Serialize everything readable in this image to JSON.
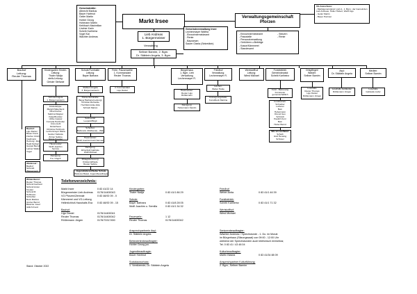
{
  "council": {
    "title": "Gemeinderäte:",
    "members": [
      "Albrecht Markus",
      "Bauer Hartmut",
      "Geiler Martin",
      "Hohler Georg",
      "Hohmann Martin",
      "Kehlbach Maximilian",
      "Lindner Karin",
      "Scheib Karlheinz",
      "Vogel Kai",
      "Wächter Andreas"
    ]
  },
  "markt": {
    "title": "Markt Irsee"
  },
  "mayor": {
    "lines": [
      "Lieb Andreas",
      "1. Bürgermeister"
    ]
  },
  "verwaltung": {
    "label": "Verwaltung"
  },
  "deputies": {
    "lines": [
      "Seltner Barnim, 2. Bgm.",
      "Dr. Stäblein Angela, 3. Bgm."
    ]
  },
  "vg": {
    "lines": [
      "Verwaltungsgemeinschaft",
      "Pforzen"
    ]
  },
  "gvi": {
    "title": "Gemeindeverwaltung Irsee",
    "lines": [
      "Lechenmayer Waltha",
      "- Einwohnermeldeamt",
      "- Rente",
      "- Bauwesen",
      "Sauter Gisela (Sekretärin)"
    ]
  },
  "vgservices": {
    "col1": [
      "- Einwohnermeldeamt",
      "- Passstelle",
      "- Personalverwaltung",
      "- Gebühren u.Beiträge",
      "- Kasse/Kämmerei",
      "- Standesamt"
    ],
    "col2": [
      "- Steuern",
      "- Rente"
    ]
  },
  "vgausschuss": {
    "title": "VG-Ausschuss:",
    "lines": [
      "- Marktgemeinderat: Lieb A., 1. Bgm.; der Gemeinden",
      "  Lieb Andreas, Holler Hubert, Weiß Ingo",
      "- Geiler Martin",
      "- Bauer Hartmut"
    ]
  },
  "bauhof": {
    "lines": [
      "Bauhof",
      "Leitung:",
      "Reuter Thomas"
    ],
    "staff_title": "Bauhof:",
    "staff": [
      "Ligo Daniel",
      "Bauer Franz",
      "Fischer Ulrich",
      "Kaufmann",
      "Heizung: Jürgen",
      "Heidt Norbert",
      "Goppel Bernd",
      "Leitner Walter",
      "Vogel"
    ]
  },
  "abwasser": {
    "title": "Abwasser:",
    "staff": [
      "Bauhof",
      "Schmidt",
      "Wasserwerk",
      "Reuter Thomas",
      "Heldele Jürgen"
    ]
  },
  "winter": {
    "title": "Winterdienst:",
    "staff": [
      "Reuter Thomas",
      "Schmid Gerhard",
      "Schmid Anton",
      "Kreuter",
      "Schmid R.",
      "Hoffmann",
      "Schreiber",
      "Beck Markus",
      "Gruber Bernd",
      "Bäumler Josef",
      "Gillich Franz"
    ]
  },
  "kiga": {
    "lines": [
      "Kindergarten Kinder-",
      "Leitung:",
      "Thaler Nadja",
      "stellv.Leitung:",
      "Geisler Stefanie"
    ],
    "sub": [
      "Schmid Angela",
      "1. Bürgermeisterin"
    ]
  },
  "kiga_staff": [
    "Kinderkrippe:",
    "Margrit Maierbeck",
    "Nina Fischer",
    "Sabrina Wagner",
    "Katja Brockler",
    "Ulrike Goppel",
    "Cornelia Heinhuber",
    "Anna Liebl",
    "Kinderhaus:",
    "Christine Holzbock",
    "Lechenmayer Maria",
    "Geisler Stefanie",
    "Zörner Sabine",
    "Nicole Kreuzer",
    "Silvia Mahler",
    "Daniela Stöckle",
    "Hannelore Lindner",
    "Jacqueline Zeller",
    "Bianca Herrmann"
  ],
  "hausmeister": {
    "lines": [
      "Hausmeister",
      "Wolfl Joachim",
      "Service"
    ]
  },
  "reinigung_kiga": {
    "lines": [
      "Reinigung:",
      "P.a. Gögelr"
    ]
  },
  "schule": {
    "lines": [
      "Schule/Turnhalle",
      "Leitung:",
      "Bayer Barbara"
    ]
  },
  "schule_sub": {
    "lines": [
      "Stäblein Angela",
      "3. Bürgermeisterin"
    ]
  },
  "schule_staff": {
    "lines": [
      "Klassenlehrkräfte:",
      "Bayer Barbara (Leitung)",
      "Christian Reineisle",
      "Hochfeld-Julia-Julia",
      "Schreib Marion"
    ]
  },
  "sekretariat": {
    "lines": [
      "Sekretariat:",
      "Leopold Birgit"
    ]
  },
  "schulbus": {
    "lines": [
      "Schulbus:",
      "Bahmann (Stäbserei) - Wald"
    ]
  },
  "hausmeister2": {
    "lines": [
      "Hausmeister:",
      "Wolfl Joachim/Liebl Samuel"
    ]
  },
  "reinigung": {
    "lines": [
      "Reinigung:",
      "Ehrenfeld Gabriele",
      "Wolfl Michael"
    ]
  },
  "mittag": {
    "lines": [
      "Mittagsbetreuung:",
      "Kristian Elfriede",
      "Reuter Sabine"
    ]
  },
  "jugend": {
    "lines": [
      "Jugendreferent/Seller Schule",
      "Weiteres Basat, Jugendbeauftragter"
    ]
  },
  "freie": {
    "lines": [
      "Freie. Pausenwelle",
      "1. Kommandant",
      "Reuter Thomas"
    ]
  },
  "freie_sub": {
    "lines": [
      "2. Kommandant",
      "Ligo Daniel"
    ]
  },
  "buergerhaus": {
    "lines": [
      "Bürgerhaus",
      "1. Bgm. Lieb",
      "Verwaltung",
      "Lechenmayer R."
    ]
  },
  "buerger_sub1": {
    "lines": [
      "Hausmeister:",
      "Reuter Ligo",
      "Rößlemann"
    ]
  },
  "buerger_sub2": {
    "lines": [
      "Reinigung:",
      "Hebermann Karolin"
    ]
  },
  "friedhof": {
    "lines": [
      "Friedhof",
      "Verwaltung:",
      "Lechenmayer R."
    ]
  },
  "friedhof_sub1": {
    "lines": [
      "Leichen-",
      "Weber Heike"
    ]
  },
  "friedhof_sub2": {
    "lines": [
      "Aussegnungshalle:",
      "Kunstlbeck Martina"
    ]
  },
  "wertstoff": {
    "lines": [
      "Wertstoffhof",
      "Leitung:",
      "Wiest Michael"
    ]
  },
  "forst": {
    "lines": [
      "Forstbetrieb",
      "Gemeindewald:",
      "Scheib Karlheinz"
    ]
  },
  "forst_sub": {
    "lines": [
      "Forst - Betreuung",
      "Forstrevier",
      "gemeinschaftlich"
    ]
  },
  "forst_staff": {
    "lines": [
      "Forstbetrieb:",
      "Schreiber",
      "Lorberer",
      "Bein",
      "Hebermann",
      "Drexel Geo",
      "Schmidt",
      "Paulich Konr",
      "Bein",
      "Hutter Bernd"
    ]
  },
  "wg": {
    "lines": [
      "WG-Vorsitz/Wald:",
      "Scheib",
      "Graf Hensing",
      "Schreier"
    ]
  },
  "ortspfleger": {
    "lines": [
      "Ortspfleger/",
      "Wälder:",
      "Seltner Barnim"
    ]
  },
  "ort_sub": {
    "lines": [
      "Lesehalle",
      "Reuter Thomas",
      "Ligo Daniel",
      "Rößlemann Jürgen"
    ]
  },
  "asyl": {
    "lines": [
      "Asyl:",
      "Dr. Stäblein Angela"
    ]
  },
  "asyl_sub": {
    "lines": [
      "Lesehalle Gebäuden",
      "Rößlemann Jürgen"
    ]
  },
  "medien": {
    "lines": [
      "Medien:",
      "Seltner Barnim"
    ]
  },
  "medien_sub": {
    "lines": [
      "Lesehalle",
      "Gebäude Liefer"
    ]
  },
  "phone": {
    "title": "Telefonverzeichnis:",
    "col1": [
      {
        "label": "Markt Irsee",
        "num": "0 83 41/22 14"
      },
      {
        "label": "Bürgermeister Lieb Andreas",
        "num": "0176/14400043"
      },
      {
        "label": "VG Pforzen/Zentrale",
        "num": "0 83 46/92 09 - 0"
      },
      {
        "label": "Kämmerei und VG-Leitung",
        "num": ""
      },
      {
        "label": "Hellmilchhof-Haushalts Eva",
        "num": "0 83 46/92 09 - 15"
      },
      {
        "label": "",
        "num": ""
      },
      {
        "label": "Bauhof:",
        "num": "",
        "head": true
      },
      {
        "label": "Ligo Daniel",
        "num": "0176/14400041"
      },
      {
        "label": "Reuter Thomas",
        "num": "0176/14400042"
      },
      {
        "label": "Rößlemann Jürgen",
        "num": "0176/73317450"
      }
    ],
    "col2": [
      {
        "label": "Kindergarten:",
        "num": "",
        "head": true
      },
      {
        "label": "Thaler Nadja",
        "num": "0 83 41/1 86 29"
      },
      {
        "label": "",
        "num": ""
      },
      {
        "label": "Schule:",
        "num": "",
        "head": true
      },
      {
        "label": "Bayer Barbara",
        "num": "0 83 41/8 28 05"
      },
      {
        "label": "Wolfl Joachim u. Semilla",
        "num": "0 83 41/1 34 32"
      },
      {
        "label": "",
        "num": ""
      },
      {
        "label": "",
        "num": ""
      },
      {
        "label": "Feuerwehr:",
        "num": "1 12",
        "head": true
      },
      {
        "label": "Reuter Thomas",
        "num": "0176/14400042"
      },
      {
        "label": "",
        "num": ""
      },
      {
        "label": "",
        "num": ""
      },
      {
        "label": "Ansprechpartnerin Asyl:",
        "num": "",
        "head": true
      },
      {
        "label": "Dr. Stäblein Angela",
        "num": ""
      },
      {
        "label": "",
        "num": ""
      },
      {
        "label": "Behindertenbeauftragter:",
        "num": "",
        "head": true
      },
      {
        "label": "Hohler Georg jun.",
        "num": ""
      },
      {
        "label": "",
        "num": ""
      },
      {
        "label": "Jugendbeauftragte:",
        "num": "",
        "head": true
      },
      {
        "label": "Bauer Hartmut",
        "num": ""
      },
      {
        "label": "",
        "num": ""
      },
      {
        "label": "Sozialausschuss:",
        "num": "",
        "head": true
      },
      {
        "label": "1. Vorsitzende, Dr. Stäblein Angela",
        "num": ""
      }
    ],
    "col3": [
      {
        "label": "Friedhof:",
        "num": "",
        "head": true
      },
      {
        "label": "Weber Anita",
        "num": "0 83 41/1 46 39"
      },
      {
        "label": "",
        "num": ""
      },
      {
        "label": "Forstbetrieb:",
        "num": "",
        "head": true
      },
      {
        "label": "Scheib Karlheinz",
        "num": "0 83 41/1 71 32"
      },
      {
        "label": "",
        "num": ""
      },
      {
        "label": "Wertstoffhof:",
        "num": "",
        "head": true
      },
      {
        "label": "Wiest Michael",
        "num": ""
      },
      {
        "label": "",
        "num": ""
      },
      {
        "label": "",
        "num": ""
      },
      {
        "label": "",
        "num": ""
      },
      {
        "label": "",
        "num": ""
      },
      {
        "label": "Seniorenbeauftragter:",
        "num": "",
        "head": true
      },
      {
        "label": "Wächter Andreas / Sprechstunde - 1. Do. im Monat",
        "num": ""
      },
      {
        "label": "im Bürgerhaus (Sitzungssaal) von 09:00 - 12:00 Uhr",
        "num": ""
      },
      {
        "label": "während der Sprechstunden auch telefonisch erreichbar,",
        "num": ""
      },
      {
        "label": "Tel. 0 83 41 / 43 48 04",
        "num": ""
      },
      {
        "label": "",
        "num": ""
      },
      {
        "label": "Kulturbeauftragter:",
        "num": "",
        "head": true
      },
      {
        "label": "Martin Blaicta",
        "num": "0 83 41/34 88 09"
      },
      {
        "label": "",
        "num": ""
      },
      {
        "label": "Ansprechpartner Kulturführung:",
        "num": "",
        "head": true
      },
      {
        "label": "2. Bgm., Seltner Barnim",
        "num": ""
      }
    ]
  },
  "stand": "Stand: Oktober 2022"
}
